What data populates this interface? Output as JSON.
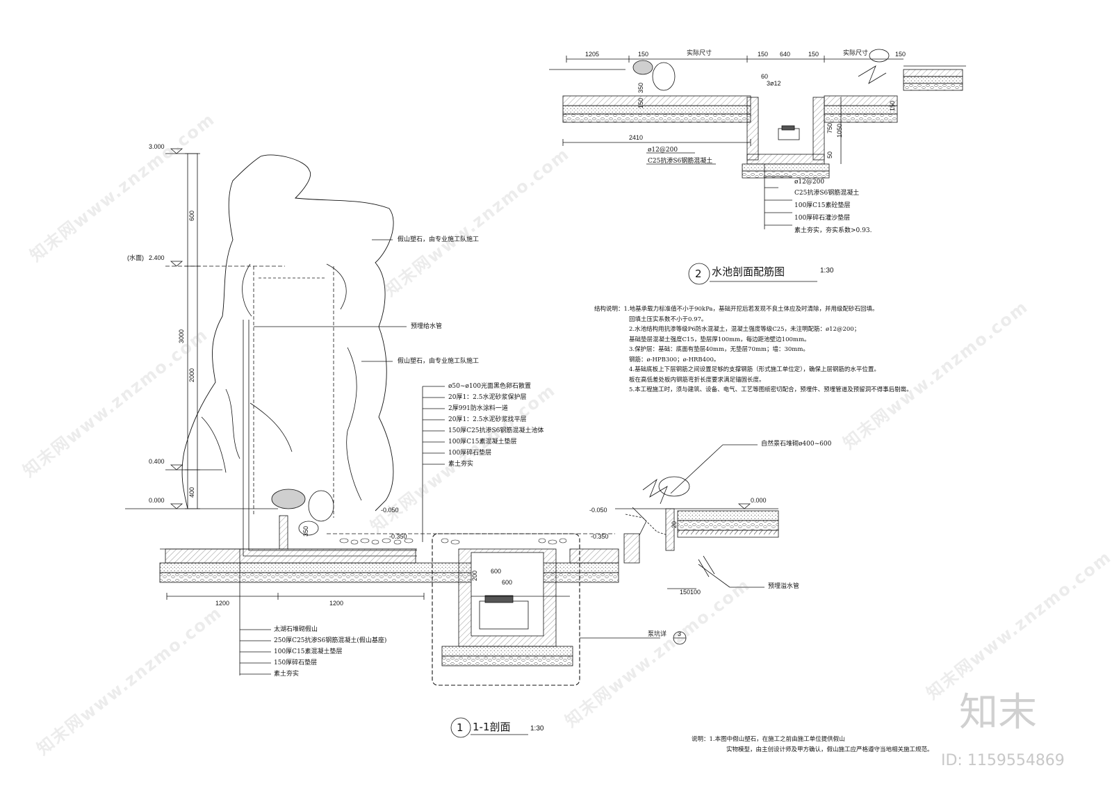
{
  "watermark": {
    "text": "知末网www.znzmo.com",
    "brand": "知末",
    "id": "ID: 1159554869"
  },
  "section1": {
    "number": "1",
    "title": "1-1剖面",
    "scale": "1:30",
    "elevations": {
      "top": "3.000",
      "water": "(水面)",
      "water_level": "2.400",
      "mid": "0.400",
      "ground": "0.000",
      "ground_right": "0.000",
      "neg050_left": "-0.050",
      "neg050_right": "-0.050",
      "neg350_left": "-0.350",
      "neg350_right": "-0.350"
    },
    "vertical_dims": {
      "d600": "600",
      "d3000": "3000",
      "d2000": "2000",
      "d400": "400",
      "d350": "350",
      "d200": "200",
      "d20": "20"
    },
    "horizontal_dims": {
      "w1200a": "1200",
      "w1200b": "1200",
      "w600_v": "600",
      "w600_h": "600",
      "w150100": "150100"
    },
    "callouts": {
      "rock_top": "假山塑石，由专业施工队施工",
      "pipe": "预埋给水管",
      "rock_mid": "假山塑石，由专业施工队施工",
      "stone_right": "自然景石堆砌ø400~600",
      "overflow": "预埋溢水管",
      "pump_detail": "泵坑详",
      "detail_no": "3"
    },
    "layers_top": [
      "ø50~ø100光面黑色卵石散置",
      "20厚1：2.5水泥砂浆保护层",
      "2厚991防水涂料一道",
      "20厚1：2.5水泥砂浆找平层",
      "150厚C25抗渗S6钢筋混凝土池体",
      "100厚C15素混凝土垫层",
      "100厚碎石垫层",
      "素土夯实"
    ],
    "layers_bottom": [
      "太湖石堆砌假山",
      "250厚C25抗渗S6钢筋混凝土(假山基座)",
      "100厚C15素混凝土垫层",
      "150厚碎石垫层",
      "素土夯实"
    ]
  },
  "section2": {
    "number": "2",
    "title": "水池剖面配筋图",
    "scale": "1:30",
    "dims": {
      "d1205": "1205",
      "d150a": "150",
      "real1": "实际尺寸",
      "d150b": "150",
      "d640": "640",
      "d150c": "150",
      "real2": "实际尺寸",
      "d150d": "150",
      "d60": "60",
      "rebar3": "3ø12",
      "d2410": "2410",
      "d350": "350",
      "d150v": "150",
      "d750": "750",
      "d1050": "1050",
      "d50": "50",
      "d150r": "150"
    },
    "labels": {
      "rebar_left": "ø12@200",
      "concrete_left": "C25抗渗S6钢筋混凝土",
      "rebar_right": "ø12@200",
      "concrete_right": "C25抗渗S6钢筋混凝土",
      "cushion": "100厚C15素砼垫层",
      "gravel": "100厚碎石灌沙垫层",
      "soil": "素土夯实，夯实系数>0.93."
    }
  },
  "structure_notes": [
    "结构说明：1.地基承载力标准值不小于90kPa，基础开挖后若发现不良土体应及时清除，并用级配砂石回填。",
    "回填土压实系数不小于0.97。",
    "2.水池结构用抗渗等级P6防水混凝土，混凝土强度等级C25，未注明配筋：ø12@200；",
    "基础垫层混凝土强度C15，垫层厚100mm，每边距池壁边100mm。",
    "3.保护层：基础：底面有垫层40mm，无垫层70mm；墙：30mm。",
    "钢筋：ø-HPB300；ø-HRB400。",
    "4.基础底板上下层钢筋之间设置足够的支撑钢筋（形式施工单位定），确保上层钢筋的水平位置。",
    "板在高低差处板内钢筋弯折长度要求满足锚固长度。",
    "5.本工程施工时，须与建筑、设备、电气、工艺等图纸密切配合，预埋件、预埋管道及预留洞不得事后剔凿。"
  ],
  "bottom_notes": [
    "说明：1.本图中假山塑石，在施工之前由施工单位提供假山",
    "实物模型，由主创设计师及甲方确认，假山施工应严格遵守当地相关施工规范。"
  ]
}
